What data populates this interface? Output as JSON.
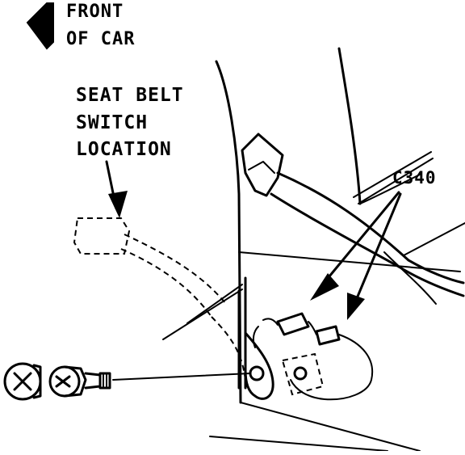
{
  "labels": {
    "front_line1": "FRONT",
    "front_line2": "OF CAR",
    "seatbelt_line1": "SEAT BELT",
    "seatbelt_line2": "SWITCH",
    "seatbelt_line3": "LOCATION",
    "connector": "C340"
  },
  "colors": {
    "ink": "#000000",
    "paper": "#ffffff"
  },
  "icons": {
    "front_arrow": "left-arrow-icon",
    "screw": "screw-icon",
    "bolt": "bolt-icon"
  }
}
